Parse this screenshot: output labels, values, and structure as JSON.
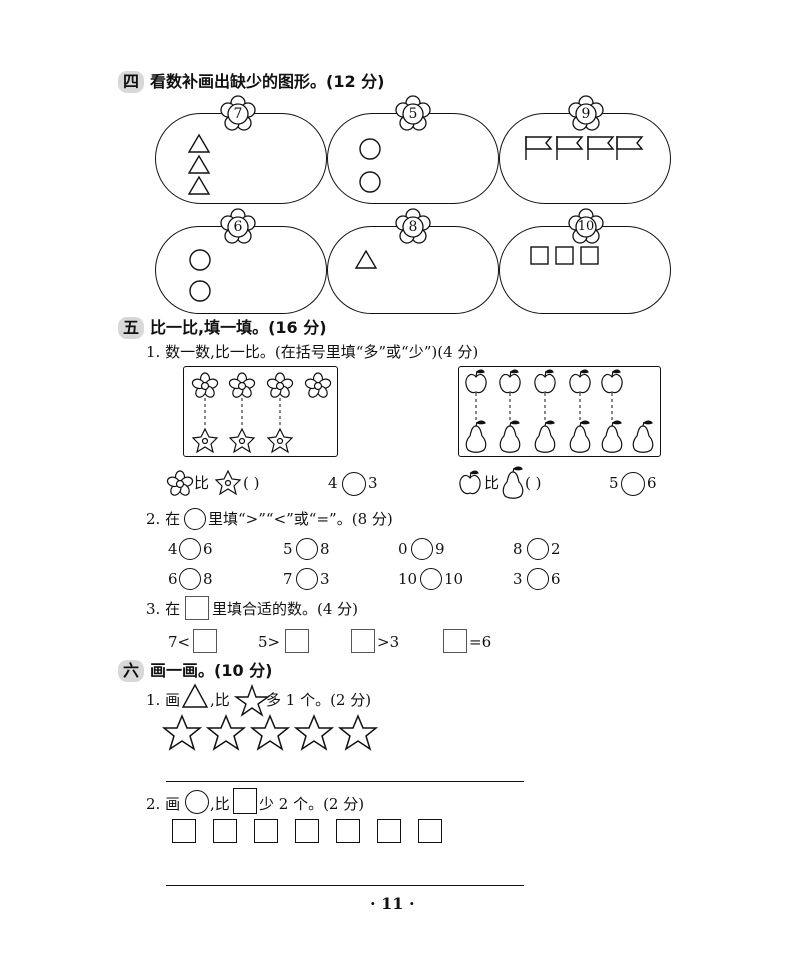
{
  "section4": {
    "badge": "四",
    "title": "看数补画出缺少的图形。(12 分)",
    "boxes": [
      {
        "target": "7",
        "shape": "triangle",
        "drawn": 3
      },
      {
        "target": "5",
        "shape": "circle",
        "drawn": 2
      },
      {
        "target": "9",
        "shape": "flag",
        "drawn": 4
      },
      {
        "target": "6",
        "shape": "circle",
        "drawn": 2
      },
      {
        "target": "8",
        "shape": "triangle",
        "drawn": 1
      },
      {
        "target": "10",
        "shape": "square",
        "drawn": 3
      }
    ]
  },
  "section5": {
    "badge": "五",
    "title": "比一比,填一填。(16 分)",
    "q1": {
      "label": "1. 数一数,比一比。(在括号里填“多”或“少”)(4 分)",
      "left_compare": {
        "bi": "比",
        "paren": "(          )",
        "a": "4",
        "b": "3"
      },
      "right_compare": {
        "bi": "比",
        "paren": "(          )",
        "a": "5",
        "b": "6"
      },
      "left_top_count": 4,
      "left_bottom_count": 3,
      "right_top_count": 5,
      "right_bottom_count": 6
    },
    "q2": {
      "label_pre": "2. 在",
      "label_post": "里填“>”“<”或“=”。(8 分)",
      "items": [
        {
          "a": "4",
          "b": "6"
        },
        {
          "a": "5",
          "b": "8"
        },
        {
          "a": "0",
          "b": "9"
        },
        {
          "a": "8",
          "b": "2"
        },
        {
          "a": "6",
          "b": "8"
        },
        {
          "a": "7",
          "b": "3"
        },
        {
          "a": "10",
          "b": "10"
        },
        {
          "a": "3",
          "b": "6"
        }
      ]
    },
    "q3": {
      "label_pre": "3. 在",
      "label_post": "里填合适的数。(4 分)",
      "items": [
        {
          "left": "7<",
          "right": ""
        },
        {
          "left": "5>",
          "right": ""
        },
        {
          "left": "",
          "right": ">3"
        },
        {
          "left": "",
          "right": "=6"
        }
      ]
    }
  },
  "section6": {
    "badge": "六",
    "title": "画一画。(10 分)",
    "q1": {
      "pre": "1. 画",
      "mid": ",比",
      "post": "多 1 个。(2 分)",
      "stars": 5
    },
    "q2": {
      "pre": "2. 画",
      "mid": ",比",
      "post": "少 2 个。(2 分)",
      "squares": 7
    }
  },
  "page_number": "· 11 ·"
}
